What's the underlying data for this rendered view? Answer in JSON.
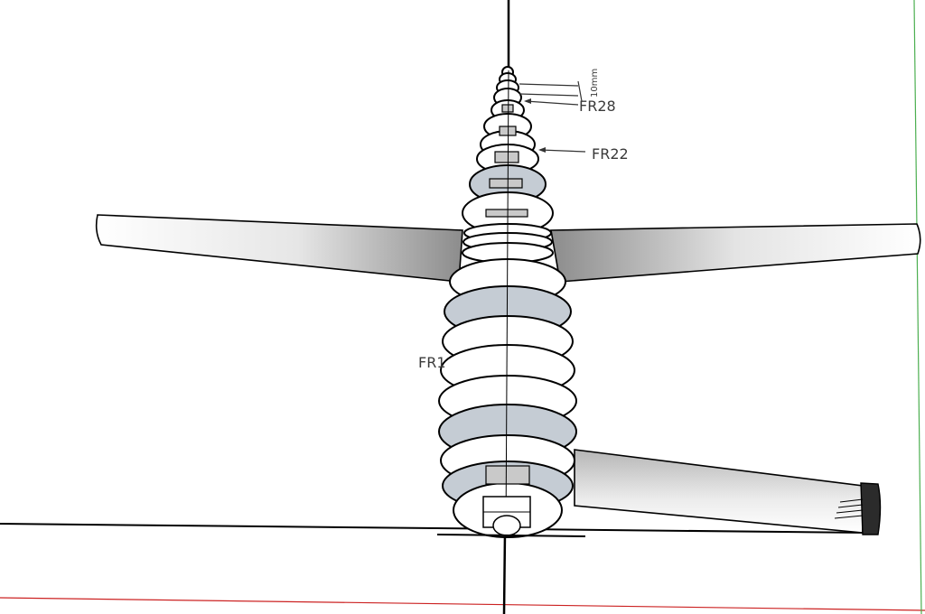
{
  "labels": {
    "frame_28": "FR28",
    "frame_22": "FR22",
    "frame_1": "FR1",
    "dimension": "10mm"
  },
  "colors": {
    "outline": "#000000",
    "frame_fill": "#ffffff",
    "frame_shaded": "#c5ccd4",
    "axis_red": "#cc2222",
    "axis_green": "#4caf50",
    "wing_dark": "#9a9a9a",
    "wing_light": "#ffffff"
  }
}
